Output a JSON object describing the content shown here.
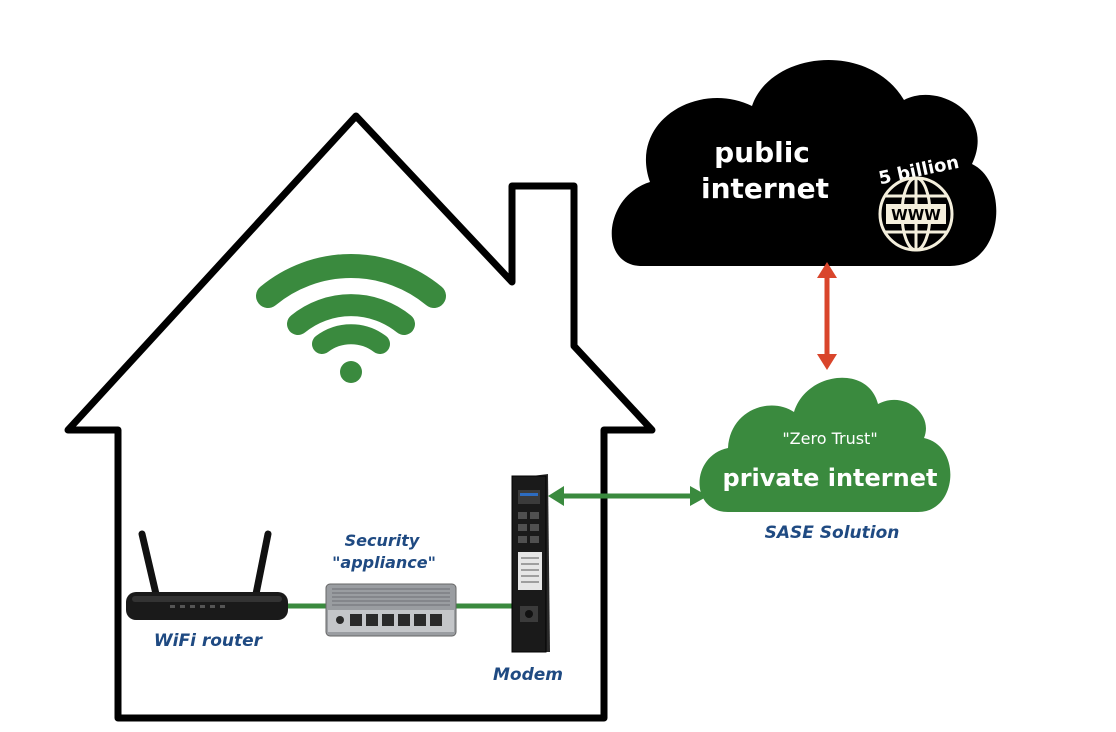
{
  "colors": {
    "outline": "#000000",
    "accent_green": "#3a8a3e",
    "red_arrow": "#d9452b",
    "label_blue": "#1f4a82",
    "cloud_text_white": "#ffffff",
    "globe_cream": "#f4efdc"
  },
  "public_cloud": {
    "line1": "public",
    "line2": "internet",
    "count_label": "5 billion",
    "globe_icon": "www-globe-icon",
    "globe_text": "WWW"
  },
  "private_cloud": {
    "subtitle": "\"Zero Trust\"",
    "title": "private internet",
    "caption": "SASE Solution"
  },
  "devices": {
    "router_label": "WiFi router",
    "appliance_label_line1": "Security",
    "appliance_label_line2": "\"appliance\"",
    "modem_label": "Modem"
  },
  "icons": {
    "wifi": "wifi-icon"
  }
}
